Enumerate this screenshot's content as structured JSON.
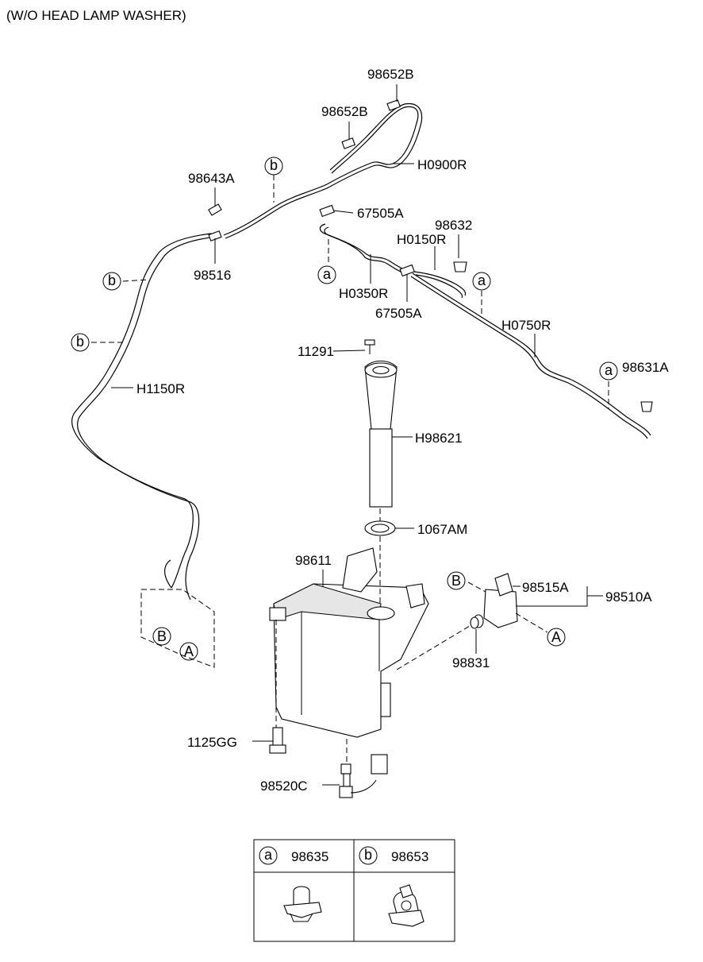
{
  "title": "(W/O HEAD LAMP WASHER)",
  "labels": {
    "p98652B_top": "98652B",
    "p98652B_mid": "98652B",
    "pH0900R": "H0900R",
    "p98643A": "98643A",
    "p67505A_top": "67505A",
    "p98632": "98632",
    "pH0150R": "H0150R",
    "p98516": "98516",
    "pH0350R": "H0350R",
    "p67505A_bot": "67505A",
    "pH0750R": "H0750R",
    "p11291": "11291",
    "p98631A": "98631A",
    "pH1150R": "H1150R",
    "pH98621": "H98621",
    "p1067AM": "1067AM",
    "p98611": "98611",
    "p98515A": "98515A",
    "p98510A": "98510A",
    "p98831": "98831",
    "p1125GG": "1125GG",
    "p98520C": "98520C"
  },
  "callouts": {
    "a": "a",
    "b": "b",
    "A": "A",
    "B": "B"
  },
  "legend": {
    "a_symbol": "a",
    "a_part": "98635",
    "b_symbol": "b",
    "b_part": "98653"
  }
}
